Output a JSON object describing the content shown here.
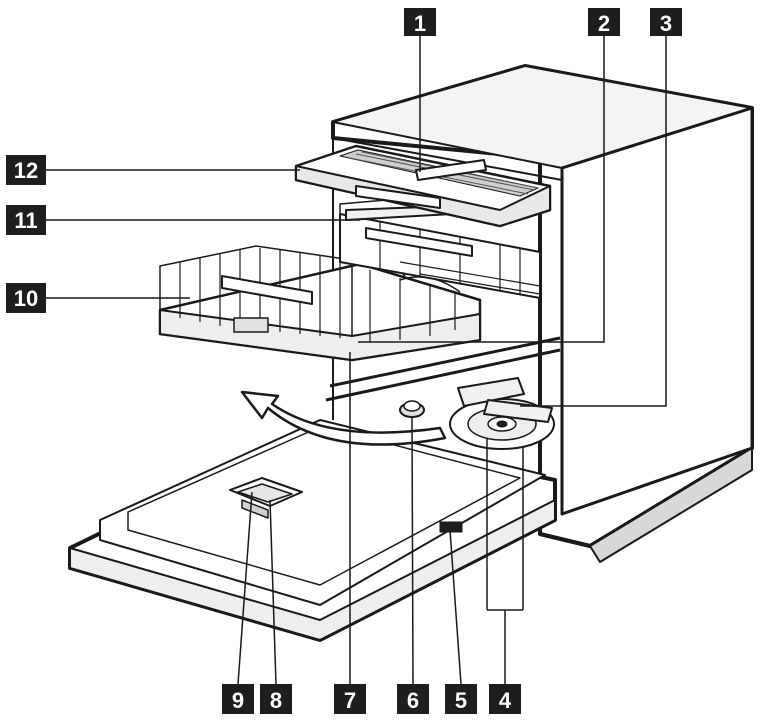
{
  "diagram": {
    "subject": "dishwasher-parts",
    "callouts": [
      {
        "id": "c1",
        "label": "1"
      },
      {
        "id": "c2",
        "label": "2"
      },
      {
        "id": "c3",
        "label": "3"
      },
      {
        "id": "c4",
        "label": "4"
      },
      {
        "id": "c5",
        "label": "5"
      },
      {
        "id": "c6",
        "label": "6"
      },
      {
        "id": "c7",
        "label": "7"
      },
      {
        "id": "c8",
        "label": "8"
      },
      {
        "id": "c9",
        "label": "9"
      },
      {
        "id": "c10",
        "label": "10"
      },
      {
        "id": "c11",
        "label": "11"
      },
      {
        "id": "c12",
        "label": "12"
      }
    ],
    "colors": {
      "line": "#1a1a1a",
      "callout_box": "#1e1e1e",
      "callout_text": "#ffffff",
      "fill": "#ffffff",
      "shade": "#e6e6e6"
    }
  }
}
